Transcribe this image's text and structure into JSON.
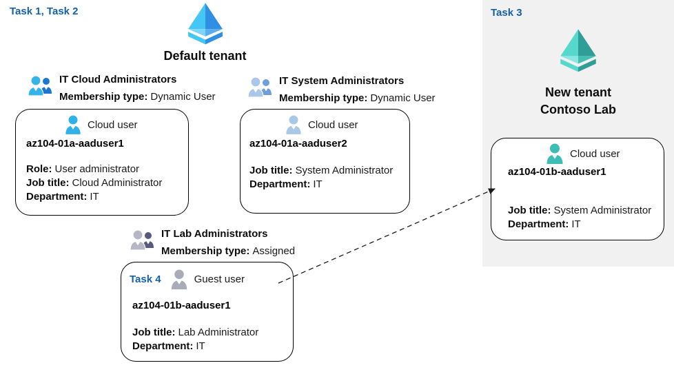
{
  "default_tenant_panel": {
    "task_label": "Task 1, Task 2",
    "tenant_name": "Default tenant",
    "groups": [
      {
        "name": "IT Cloud Administrators",
        "membership_label": "Membership type:",
        "membership_value": "Dynamic User"
      },
      {
        "name": "IT System Administrators",
        "membership_label": "Membership type:",
        "membership_value": "Dynamic User"
      },
      {
        "name": "IT Lab Administrators",
        "membership_label": "Membership type:",
        "membership_value": "Assigned"
      }
    ],
    "user_cards": [
      {
        "user_type": "Cloud user",
        "name": "az104-01a-aaduser1",
        "attrs": [
          {
            "label": "Role:",
            "value": "User administrator"
          },
          {
            "label": "Job title:",
            "value": "Cloud Administrator"
          },
          {
            "label": "Department:",
            "value": "IT"
          }
        ]
      },
      {
        "user_type": "Cloud user",
        "name": "az104-01a-aaduser2",
        "attrs": [
          {
            "label": "Job title:",
            "value": "System Administrator"
          },
          {
            "label": "Department:",
            "value": "IT"
          }
        ]
      },
      {
        "task_label": "Task 4",
        "user_type": "Guest user",
        "name": "az104-01b-aaduser1",
        "attrs": [
          {
            "label": "Job title:",
            "value": "Lab Administrator"
          },
          {
            "label": "Department:",
            "value": "IT"
          }
        ]
      }
    ]
  },
  "new_tenant_panel": {
    "task_label": "Task 3",
    "tenant_name_line1": "New tenant",
    "tenant_name_line2": "Contoso Lab",
    "user_card": {
      "user_type": "Cloud user",
      "name": "az104-01b-aaduser1",
      "attrs": [
        {
          "label": "Job title:",
          "value": "System Administrator"
        },
        {
          "label": "Department:",
          "value": "IT"
        }
      ]
    }
  },
  "icons": {
    "tenant_icon": "azure-ad-pyramid",
    "group_icon": "two-users",
    "user_icon": "single-user"
  },
  "colors": {
    "task_label_blue": "#1560a8",
    "new_tenant_panel_background": "#f1f1f1",
    "azure_ad_blue_light": "#45c7f5",
    "azure_ad_blue_dark": "#2e8fe3",
    "azure_ad_teal_light": "#58d8cd",
    "azure_ad_teal_dark": "#2f9e96",
    "cloud_user_icon_blue": "#2fb2e8",
    "group_icon_blue_primary": "#35b4ea",
    "group_icon_blue_secondary": "#1c74d4",
    "group_icon_steel_primary": "#a9c7e9",
    "group_icon_steel_secondary": "#6f9fd8",
    "group_icon_gray_primary": "#b6b6c6",
    "group_icon_gray_secondary": "#585a7d",
    "guest_user_icon_gray": "#a9abb8",
    "cloud_user_icon_teal": "#3ebdb4",
    "card_border": "#000000"
  }
}
